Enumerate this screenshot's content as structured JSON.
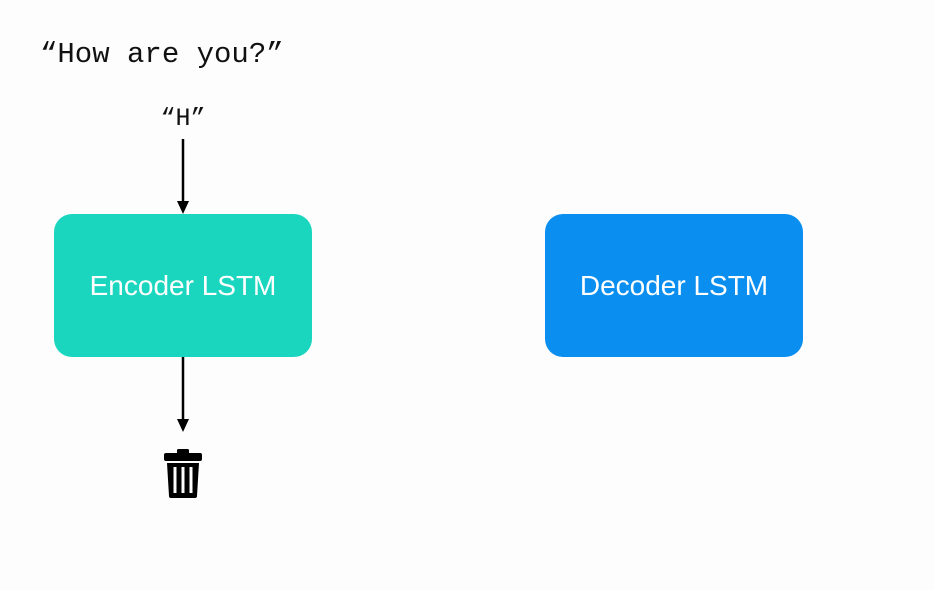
{
  "input_sentence": "“How are you?”",
  "current_token": "“H”",
  "encoder": {
    "label": "Encoder LSTM",
    "color": "#1ad6bf"
  },
  "decoder": {
    "label": "Decoder LSTM",
    "color": "#0a8ef0"
  },
  "discard_icon": "trash-icon"
}
